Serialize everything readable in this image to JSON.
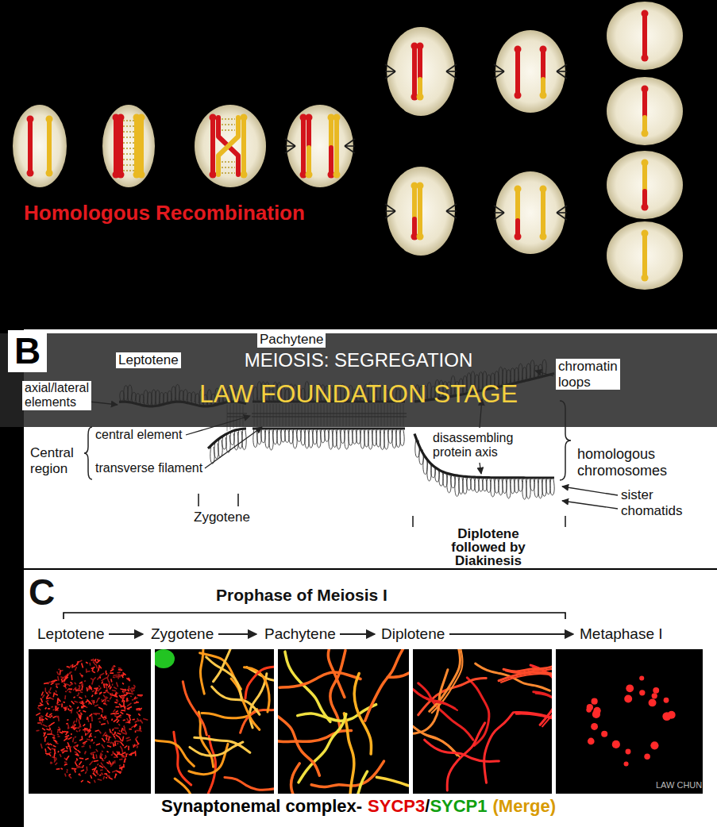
{
  "diagram": {
    "nodes": [
      {
        "text": [
          "MEIOSIS: SEGREGATION",
          "LAW FOUNDATION STAGE"
        ]
      }
    ],
    "labels": [
      "Homologous Recombination",
      "B",
      "Leptotene",
      "Pachytene",
      "chromatin loops",
      "axial/lateral elements",
      "central element",
      "Central region",
      "transverse filament",
      "disassembling protein axis",
      "homologous chromosomes",
      "sister chomatids",
      "Zygotene",
      "Diplotene followed by Diakinesis",
      "C",
      "Prophase of Meiosis I",
      "Leptotene",
      "Zygotene",
      "Pachytene",
      "Diplotene",
      "Metaphase I",
      "LAW CHUN",
      "Synaptonemal complex-",
      "SYCP3",
      "/",
      "SYCP1",
      "(Merge)"
    ]
  }
}
